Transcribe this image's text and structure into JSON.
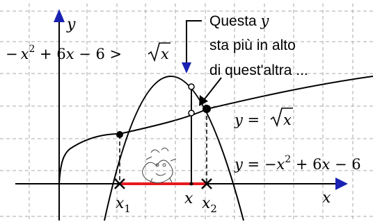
{
  "labels": {
    "y_axis": "y",
    "x_axis": "x",
    "x1": "x",
    "x1_sub": "1",
    "x2": "x",
    "x2_sub": "2",
    "x_mid": "x",
    "inequality": {
      "minus": "−",
      "x": "x",
      "exp": "2",
      "rest": " + 6",
      "x2": "x",
      "tail": " − 6 >",
      "radicand": "x"
    },
    "sqrt_curve": {
      "lhs": "y",
      "eq": " = ",
      "radicand": "x"
    },
    "parabola_curve": {
      "lhs": "y",
      "eq": " = −",
      "x": "x",
      "exp": "2",
      "rest": " + 6",
      "x2": "x",
      "tail": " − 6"
    }
  },
  "annotation": {
    "line1_prefix": "Questa ",
    "line1_var": "y",
    "line2": "sta più in alto",
    "line3": "di quest'altra ..."
  },
  "colors": {
    "axis": "#000000",
    "arrow": "#1a22b3",
    "highlight": "#e8191e",
    "grid": "#a9a9a9",
    "curve": "#000000"
  },
  "decoration": "cartoon-creature"
}
